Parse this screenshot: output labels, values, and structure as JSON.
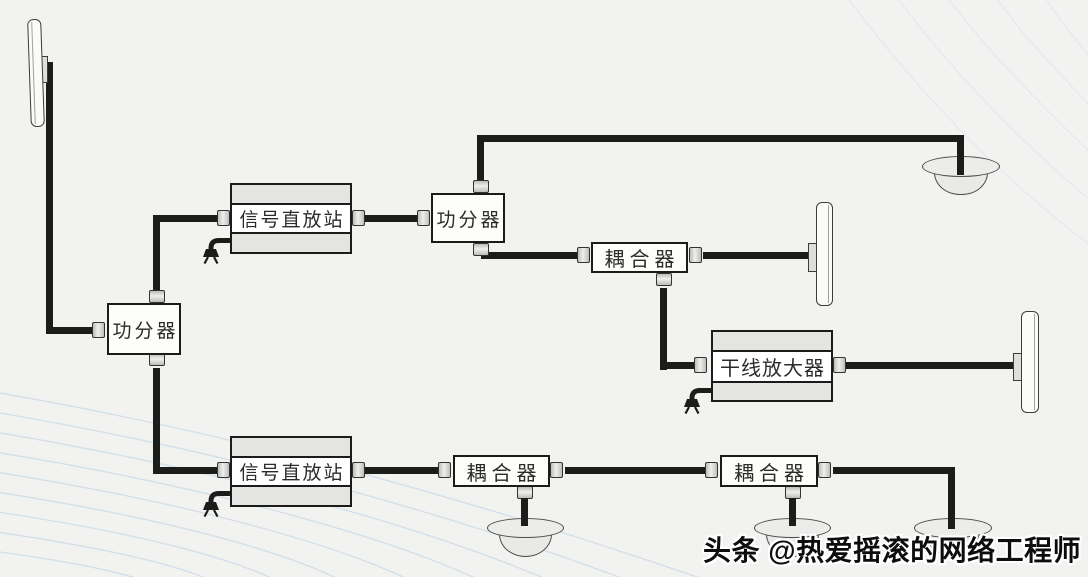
{
  "watermark": {
    "text": "头条 @热爱摇滚的网络工程师"
  },
  "device_labels": {
    "power_divider": "功分器",
    "signal_repeater": "信号直放站",
    "coupler": "耦合器",
    "trunk_amplifier": "干线放大器"
  },
  "diagram": {
    "type": "indoor-signal-distribution-topology",
    "nodes": [
      {
        "id": "donor-panel-antenna",
        "kind": "panel-antenna",
        "label": ""
      },
      {
        "id": "splitter-1",
        "kind": "power-divider",
        "label": "功分器"
      },
      {
        "id": "repeater-1",
        "kind": "signal-repeater",
        "label": "信号直放站"
      },
      {
        "id": "splitter-2",
        "kind": "power-divider",
        "label": "功分器"
      },
      {
        "id": "ceiling-antenna-1",
        "kind": "ceiling-antenna",
        "label": ""
      },
      {
        "id": "coupler-1",
        "kind": "coupler",
        "label": "耦合器"
      },
      {
        "id": "panel-antenna-1",
        "kind": "panel-antenna",
        "label": ""
      },
      {
        "id": "trunk-amplifier-1",
        "kind": "trunk-amplifier",
        "label": "干线放大器"
      },
      {
        "id": "panel-antenna-2",
        "kind": "panel-antenna",
        "label": ""
      },
      {
        "id": "repeater-2",
        "kind": "signal-repeater",
        "label": "信号直放站"
      },
      {
        "id": "coupler-2",
        "kind": "coupler",
        "label": "耦合器"
      },
      {
        "id": "ceiling-antenna-2",
        "kind": "ceiling-antenna",
        "label": ""
      },
      {
        "id": "coupler-3",
        "kind": "coupler",
        "label": "耦合器"
      },
      {
        "id": "ceiling-antenna-3",
        "kind": "ceiling-antenna",
        "label": ""
      },
      {
        "id": "ceiling-antenna-4",
        "kind": "ceiling-antenna",
        "label": ""
      }
    ],
    "edges": [
      [
        "donor-panel-antenna",
        "splitter-1"
      ],
      [
        "splitter-1",
        "repeater-1"
      ],
      [
        "repeater-1",
        "splitter-2"
      ],
      [
        "splitter-2",
        "ceiling-antenna-1"
      ],
      [
        "splitter-2",
        "coupler-1"
      ],
      [
        "coupler-1",
        "panel-antenna-1"
      ],
      [
        "coupler-1",
        "trunk-amplifier-1"
      ],
      [
        "trunk-amplifier-1",
        "panel-antenna-2"
      ],
      [
        "splitter-1",
        "repeater-2"
      ],
      [
        "repeater-2",
        "coupler-2"
      ],
      [
        "coupler-2",
        "ceiling-antenna-2"
      ],
      [
        "coupler-2",
        "coupler-3"
      ],
      [
        "coupler-3",
        "ceiling-antenna-3"
      ],
      [
        "coupler-3",
        "ceiling-antenna-4"
      ]
    ],
    "powered_nodes": [
      "repeater-1",
      "repeater-2",
      "trunk-amplifier-1"
    ]
  },
  "colors": {
    "background": "#f2f2f0",
    "cable": "#1c1c1a",
    "box_fill": "#ffffff",
    "band_fill": "#e4e4e2",
    "outline": "#1b1b19",
    "wave_line": "#c6d9e8"
  }
}
